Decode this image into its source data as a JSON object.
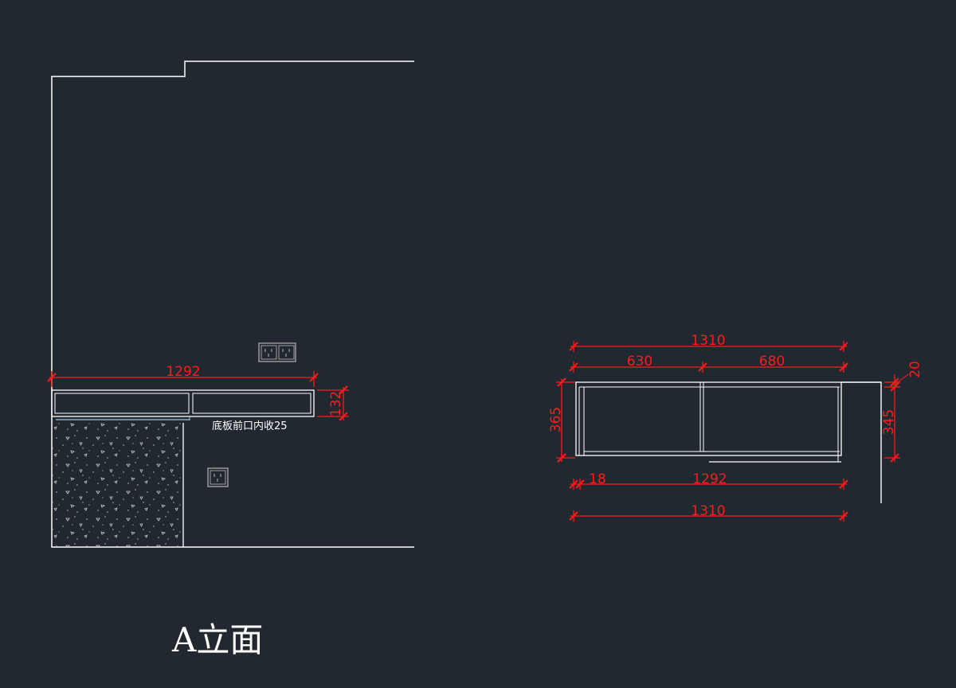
{
  "colors": {
    "background": "#212830",
    "line": "#ffffff",
    "dimension": "#ff1a1a",
    "outlet": "#a0a0a0",
    "hatch": "#c8c8c8"
  },
  "elevation": {
    "title": "A立面",
    "overall_width": "1292",
    "shelf_height": "132",
    "note": "底板前口内收25"
  },
  "plan": {
    "top_total": "1310",
    "top_left": "630",
    "top_right": "680",
    "left_height": "365",
    "right_top": "20",
    "right_height": "345",
    "bottom_left": "18",
    "bottom_mid": "1292",
    "bottom_total": "1310"
  },
  "icons": [
    "double-outlet-icon",
    "single-outlet-icon"
  ]
}
